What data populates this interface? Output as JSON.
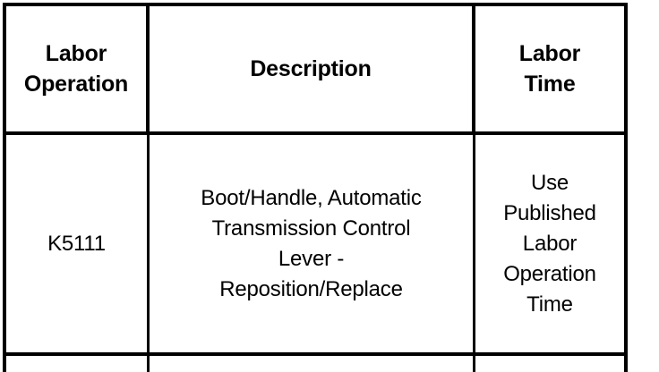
{
  "document": {
    "type": "labor-operation-table",
    "colors": {
      "border": "#000000",
      "background": "#ffffff",
      "text": "#000000"
    }
  },
  "table": {
    "headers": {
      "labor_operation": "Labor\nOperation",
      "description": "Description",
      "labor_time": "Labor\nTime"
    },
    "rows": [
      {
        "labor_operation": "K5111",
        "description": "Boot/Handle, Automatic\nTransmission Control\nLever -\nReposition/Replace",
        "labor_time": "Use\nPublished\nLabor\nOperation\nTime"
      },
      {
        "labor_operation": "",
        "description": "",
        "labor_time": ""
      }
    ]
  }
}
